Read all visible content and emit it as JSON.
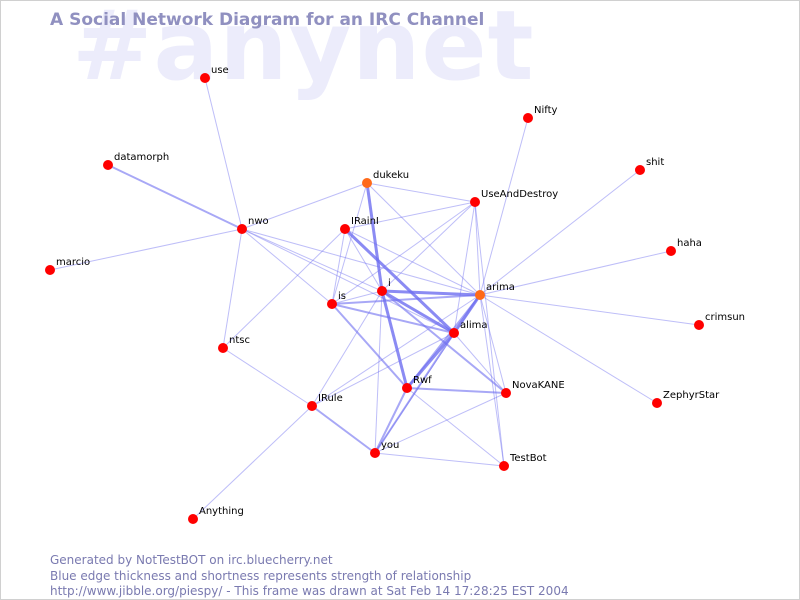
{
  "watermark": "#anynet",
  "title": "A Social Network Diagram for an IRC Channel",
  "footer": {
    "line1": "Generated by NotTestBOT on irc.bluecherry.net",
    "line2": "Blue edge thickness and shortness represents strength of relationship",
    "line3": "http://www.jibble.org/piespy/ - This frame was drawn at Sat Feb 14 17:28:25 EST 2004"
  },
  "colors": {
    "node": "#ff0000",
    "node_orange": "#ff6a1a",
    "edge": "#6e6ef0",
    "title": "#9090c0",
    "footer": "#7a7ab0",
    "watermark": "#ececfb"
  },
  "nodes": [
    {
      "id": "use",
      "label": "use"
    },
    {
      "id": "datamorph",
      "label": "datamorph"
    },
    {
      "id": "marcio",
      "label": "marcio"
    },
    {
      "id": "nwo",
      "label": "nwo"
    },
    {
      "id": "ntsc",
      "label": "ntsc"
    },
    {
      "id": "IRule",
      "label": "IRule"
    },
    {
      "id": "Anything",
      "label": "Anything"
    },
    {
      "id": "dukeku",
      "label": "dukeku"
    },
    {
      "id": "IRainI",
      "label": "IRainI"
    },
    {
      "id": "is",
      "label": "is"
    },
    {
      "id": "i",
      "label": "i"
    },
    {
      "id": "Rwf",
      "label": "Rwf"
    },
    {
      "id": "you",
      "label": "you"
    },
    {
      "id": "UseAndDestroy",
      "label": "UseAndDestroy"
    },
    {
      "id": "arima",
      "label": "arima"
    },
    {
      "id": "alima",
      "label": "alima"
    },
    {
      "id": "NovaKANE",
      "label": "NovaKANE"
    },
    {
      "id": "TestBot",
      "label": "TestBot"
    },
    {
      "id": "Nifty",
      "label": "Nifty"
    },
    {
      "id": "shit",
      "label": "shit"
    },
    {
      "id": "haha",
      "label": "haha"
    },
    {
      "id": "crimsun",
      "label": "crimsun"
    },
    {
      "id": "ZephyrStar",
      "label": "ZephyrStar"
    }
  ],
  "edges": [
    {
      "from": "use",
      "to": "nwo",
      "weight": 1
    },
    {
      "from": "datamorph",
      "to": "nwo",
      "weight": 2
    },
    {
      "from": "marcio",
      "to": "nwo",
      "weight": 1
    },
    {
      "from": "nwo",
      "to": "dukeku",
      "weight": 1
    },
    {
      "from": "nwo",
      "to": "ntsc",
      "weight": 1
    },
    {
      "from": "nwo",
      "to": "is",
      "weight": 1
    },
    {
      "from": "nwo",
      "to": "i",
      "weight": 1
    },
    {
      "from": "nwo",
      "to": "arima",
      "weight": 1
    },
    {
      "from": "nwo",
      "to": "alima",
      "weight": 1
    },
    {
      "from": "ntsc",
      "to": "IRule",
      "weight": 1
    },
    {
      "from": "ntsc",
      "to": "IRainI",
      "weight": 1
    },
    {
      "from": "IRule",
      "to": "Anything",
      "weight": 1
    },
    {
      "from": "IRule",
      "to": "you",
      "weight": 2
    },
    {
      "from": "IRule",
      "to": "i",
      "weight": 1
    },
    {
      "from": "IRule",
      "to": "alima",
      "weight": 1
    },
    {
      "from": "dukeku",
      "to": "UseAndDestroy",
      "weight": 1
    },
    {
      "from": "dukeku",
      "to": "i",
      "weight": 3
    },
    {
      "from": "dukeku",
      "to": "arima",
      "weight": 1
    },
    {
      "from": "dukeku",
      "to": "is",
      "weight": 1
    },
    {
      "from": "IRainI",
      "to": "i",
      "weight": 1
    },
    {
      "from": "IRainI",
      "to": "is",
      "weight": 1
    },
    {
      "from": "IRainI",
      "to": "alima",
      "weight": 3
    },
    {
      "from": "IRainI",
      "to": "UseAndDestroy",
      "weight": 1
    },
    {
      "from": "IRainI",
      "to": "arima",
      "weight": 1
    },
    {
      "from": "is",
      "to": "i",
      "weight": 1
    },
    {
      "from": "is",
      "to": "arima",
      "weight": 2
    },
    {
      "from": "is",
      "to": "alima",
      "weight": 2
    },
    {
      "from": "is",
      "to": "Rwf",
      "weight": 2
    },
    {
      "from": "is",
      "to": "UseAndDestroy",
      "weight": 1
    },
    {
      "from": "i",
      "to": "arima",
      "weight": 3
    },
    {
      "from": "i",
      "to": "alima",
      "weight": 3
    },
    {
      "from": "i",
      "to": "Rwf",
      "weight": 3
    },
    {
      "from": "i",
      "to": "NovaKANE",
      "weight": 2
    },
    {
      "from": "i",
      "to": "UseAndDestroy",
      "weight": 1
    },
    {
      "from": "i",
      "to": "you",
      "weight": 1
    },
    {
      "from": "arima",
      "to": "alima",
      "weight": 3
    },
    {
      "from": "arima",
      "to": "Rwf",
      "weight": 2
    },
    {
      "from": "arima",
      "to": "NovaKANE",
      "weight": 1
    },
    {
      "from": "arima",
      "to": "TestBot",
      "weight": 1
    },
    {
      "from": "arima",
      "to": "Nifty",
      "weight": 1
    },
    {
      "from": "arima",
      "to": "shit",
      "weight": 1
    },
    {
      "from": "arima",
      "to": "haha",
      "weight": 1
    },
    {
      "from": "arima",
      "to": "crimsun",
      "weight": 1
    },
    {
      "from": "arima",
      "to": "ZephyrStar",
      "weight": 1
    },
    {
      "from": "arima",
      "to": "IRule",
      "weight": 1
    },
    {
      "from": "arima",
      "to": "you",
      "weight": 1
    },
    {
      "from": "arima",
      "to": "UseAndDestroy",
      "weight": 1
    },
    {
      "from": "alima",
      "to": "Rwf",
      "weight": 3
    },
    {
      "from": "alima",
      "to": "NovaKANE",
      "weight": 1
    },
    {
      "from": "alima",
      "to": "you",
      "weight": 2
    },
    {
      "from": "alima",
      "to": "UseAndDestroy",
      "weight": 1
    },
    {
      "from": "Rwf",
      "to": "NovaKANE",
      "weight": 2
    },
    {
      "from": "Rwf",
      "to": "you",
      "weight": 2
    },
    {
      "from": "Rwf",
      "to": "TestBot",
      "weight": 1
    },
    {
      "from": "you",
      "to": "TestBot",
      "weight": 1
    },
    {
      "from": "you",
      "to": "NovaKANE",
      "weight": 1
    },
    {
      "from": "UseAndDestroy",
      "to": "TestBot",
      "weight": 1
    }
  ]
}
